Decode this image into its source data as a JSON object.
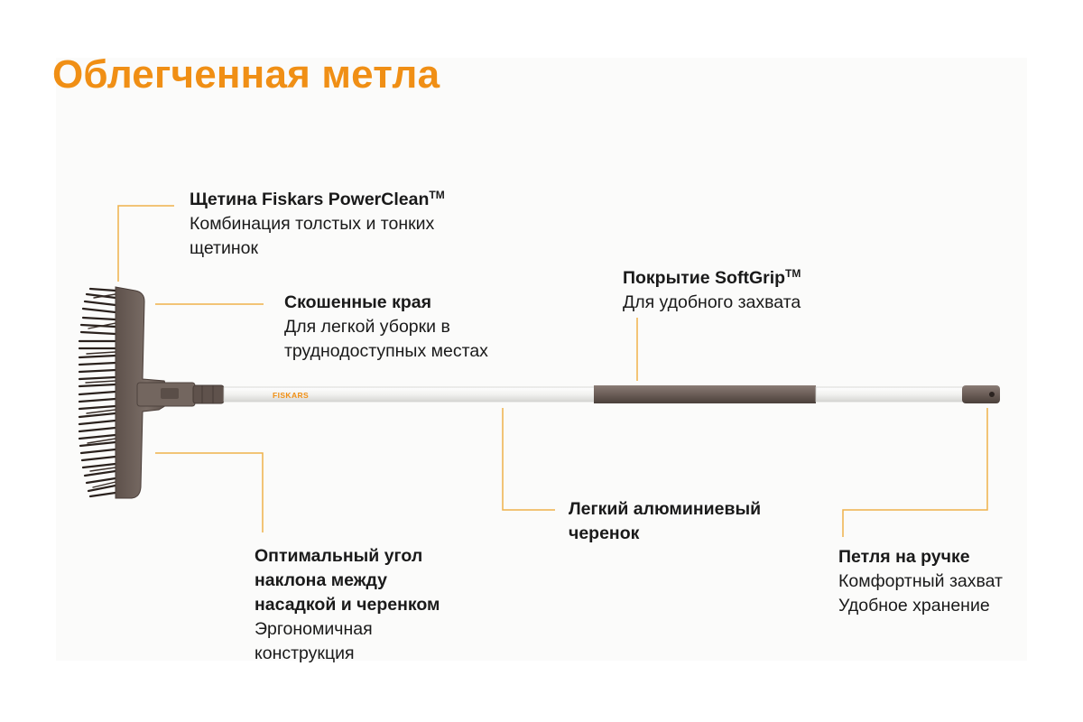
{
  "title": "Облегченная метла",
  "brand_logo_text": "FISKARS",
  "colors": {
    "accent": "#f08f15",
    "leader_line": "#f0b14a",
    "broom_head": "#6d5f58",
    "bristles": "#2a211d",
    "handle_white": "#f3f3f1",
    "grip": "#6b5d57"
  },
  "callouts": {
    "bristle": {
      "heading": "Щетина Fiskars PowerClean",
      "heading_sup": "TM",
      "lines": [
        "Комбинация толстых и тонких",
        "щетинок"
      ]
    },
    "edges": {
      "heading": "Скошенные края",
      "lines": [
        "Для легкой уборки в",
        "труднодоступных местах"
      ]
    },
    "softgrip": {
      "heading": "Покрытие SoftGrip",
      "heading_sup": "TM",
      "lines": [
        "Для удобного захвата"
      ]
    },
    "angle": {
      "heading_lines": [
        "Оптимальный угол",
        "наклона между",
        "насадкой и черенком"
      ],
      "lines": [
        "Эргономичная",
        "конструкция"
      ]
    },
    "handle": {
      "heading_lines": [
        "Легкий алюминиевый",
        "черенок"
      ]
    },
    "loop": {
      "heading": "Петля на ручке",
      "lines": [
        "Комфортный захват",
        "Удобное хранение"
      ]
    }
  }
}
